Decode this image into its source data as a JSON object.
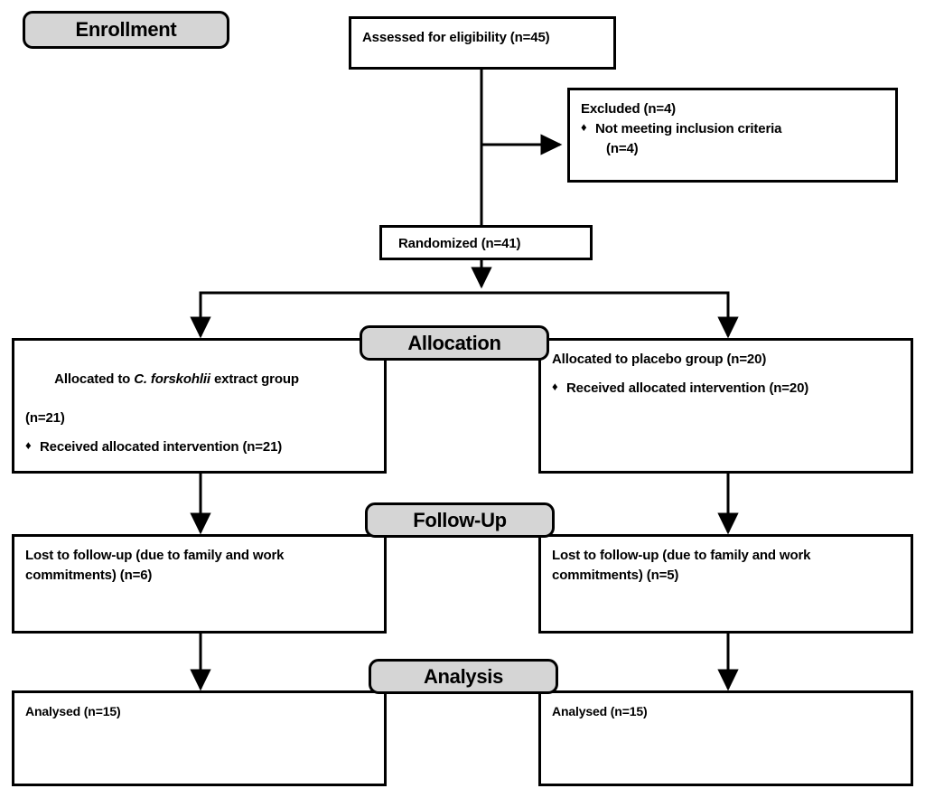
{
  "diagram": {
    "title": "CONSORT participant flow diagram",
    "bullet_glyph": "♦",
    "colors": {
      "stage_fill": "#d5d5d5",
      "stroke": "#000000",
      "box_fill": "#ffffff",
      "text": "#000000"
    }
  },
  "stages": [
    {
      "id": "enrollment",
      "label": "Enrollment"
    },
    {
      "id": "allocation",
      "label": "Allocation"
    },
    {
      "id": "followup",
      "label": "Follow-Up"
    },
    {
      "id": "analysis",
      "label": "Analysis"
    }
  ],
  "boxes": {
    "assessed": {
      "text": "Assessed for eligibility (n=45)",
      "n": 45
    },
    "excluded": {
      "heading": "Excluded (n=4)",
      "n": 4,
      "reasons": [
        {
          "text": "Not meeting inclusion criteria",
          "continuation": "(n=4)",
          "n": 4
        }
      ]
    },
    "randomized": {
      "text": "Randomized (n=41)",
      "n": 41
    },
    "allocation_left": {
      "line1_prefix": "Allocated to ",
      "line1_italic": "C. forskohlii",
      "line1_suffix": " extract group",
      "line2": "(n=21)",
      "n": 21,
      "bullets": [
        {
          "text": "Received allocated intervention (n=21)",
          "n": 21
        }
      ]
    },
    "allocation_right": {
      "line1": "Allocated to placebo group (n=20)",
      "n": 20,
      "bullets": [
        {
          "text": "Received allocated intervention (n=20)",
          "n": 20
        }
      ]
    },
    "followup_left": {
      "text": "Lost to follow-up (due to family and work\ncommitments) (n=6)",
      "n": 6
    },
    "followup_right": {
      "text": "Lost to follow-up (due to family and work\ncommitments) (n=5)",
      "n": 5
    },
    "analysis_left": {
      "text": "Analysed (n=15)",
      "n": 15
    },
    "analysis_right": {
      "text": "Analysed (n=15)",
      "n": 15
    }
  },
  "chart_data": {
    "type": "flowchart",
    "title": "CONSORT participant flow diagram",
    "stages": [
      "Enrollment",
      "Allocation",
      "Follow-Up",
      "Analysis"
    ],
    "nodes": [
      {
        "id": "assessed",
        "stage": "Enrollment",
        "label": "Assessed for eligibility (n=45)",
        "value": 45
      },
      {
        "id": "excluded",
        "stage": "Enrollment",
        "label": "Excluded (n=4) - Not meeting inclusion criteria (n=4)",
        "value": 4
      },
      {
        "id": "randomized",
        "stage": "Enrollment",
        "label": "Randomized (n=41)",
        "value": 41
      },
      {
        "id": "allocation_left",
        "stage": "Allocation",
        "label": "Allocated to C. forskohlii extract group (n=21); Received allocated intervention (n=21)",
        "value": 21
      },
      {
        "id": "allocation_right",
        "stage": "Allocation",
        "label": "Allocated to placebo group (n=20); Received allocated intervention (n=20)",
        "value": 20
      },
      {
        "id": "followup_left",
        "stage": "Follow-Up",
        "label": "Lost to follow-up (due to family and work commitments) (n=6)",
        "value": 6
      },
      {
        "id": "followup_right",
        "stage": "Follow-Up",
        "label": "Lost to follow-up (due to family and work commitments) (n=5)",
        "value": 5
      },
      {
        "id": "analysis_left",
        "stage": "Analysis",
        "label": "Analysed (n=15)",
        "value": 15
      },
      {
        "id": "analysis_right",
        "stage": "Analysis",
        "label": "Analysed (n=15)",
        "value": 15
      }
    ],
    "edges": [
      {
        "from": "assessed",
        "to": "excluded"
      },
      {
        "from": "assessed",
        "to": "randomized"
      },
      {
        "from": "randomized",
        "to": "allocation_left"
      },
      {
        "from": "randomized",
        "to": "allocation_right"
      },
      {
        "from": "allocation_left",
        "to": "followup_left"
      },
      {
        "from": "allocation_right",
        "to": "followup_right"
      },
      {
        "from": "followup_left",
        "to": "analysis_left"
      },
      {
        "from": "followup_right",
        "to": "analysis_right"
      }
    ]
  }
}
